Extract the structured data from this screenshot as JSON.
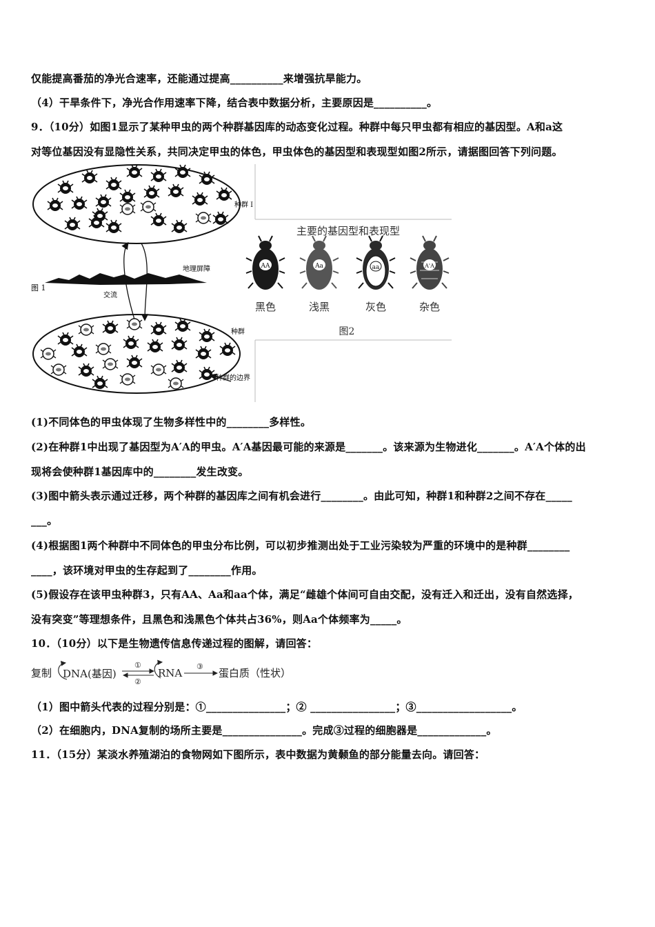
{
  "lines": [
    "仅能提高番茄的净光合速率，还能通过提高__________来增强抗旱能力。",
    "（4）干旱条件下，净光合作用速率下降，结合表中数据分析，主要原因是__________。",
    "9．（10分）如图1显示了某种甲虫的两个种群基因库的动态变化过程。种群中每只甲虫都有相应的基因型。A和a这",
    "对等位基因没有显隐性关系，共同决定甲虫的体色，甲虫体色的基因型和表现型如图2所示，请据图回答下列问题。",
    "(1)不同体色的甲虫体现了生物多样性中的________多样性。",
    "(2)在种群1中出现了基因型为A′A的甲虫。A′A基因最可能的来源是_______。该来源为生物进化_______。A′A个体的出",
    "现将会使种群1基因库中的________发生改变。",
    "(3)图中箭头表示通过迁移，两个种群的基因库之间有机会进行________。由此可知，种群1和种群2之间不存在_____",
    "___。",
    "(4)根据图1两个种群中不同体色的甲虫分布比例，可以初步推测出处于工业污染较为严重的环境中的是种群________",
    "____，该环境对甲虫的生存起到了________作用。",
    "(5)假设存在该甲虫种群3，只有AA、Aa和aa个体，满足“雌雄个体间可自由交配，没有迁入和迁出，没有自然选择，",
    "没有突变”等理想条件，且黑色和浅黑色个体共占36%，则Aa个体频率为_____。",
    "10．（10分）以下是生物遗传信息传递过程的图解，请回答：",
    "（1）图中箭头代表的过程分别是：①_______________；② ________________；③__________________。",
    "（2）在细胞内，DNA复制的场所主要是_______________。完成③过程的细胞器是_____________。",
    "11．（15分）某淡水养殖湖泊的食物网如下图所示，表中数据为黄颡鱼的部分能量去向。请回答："
  ],
  "figure": {
    "fig1_pop1_label": "种群 I",
    "fig1_barrier_label": "地理屏障",
    "fig1_title": "图 1",
    "fig1_exchange_label": "交流",
    "fig1_pop2_label": "种群",
    "fig1_boundary_label": "种群的边界",
    "fig2_heading": "主要的基因型和表现型",
    "fig2_caption": "图2",
    "beetles": [
      {
        "genotype": "AA",
        "phenotype": "黑色",
        "color": "#1a1a1a"
      },
      {
        "genotype": "Aa",
        "phenotype": "浅黑",
        "color": "#555555"
      },
      {
        "genotype": "aa",
        "phenotype": "灰色",
        "color": "#2a2a2a"
      },
      {
        "genotype": "A'A",
        "phenotype": "杂色",
        "color": "#444444"
      }
    ]
  },
  "equation": {
    "replication": "复制",
    "dna": "DNA(基因)",
    "step1": "①",
    "step2": "②",
    "rna": "RNA",
    "step3": "③",
    "protein": "蛋白质（性状）"
  }
}
